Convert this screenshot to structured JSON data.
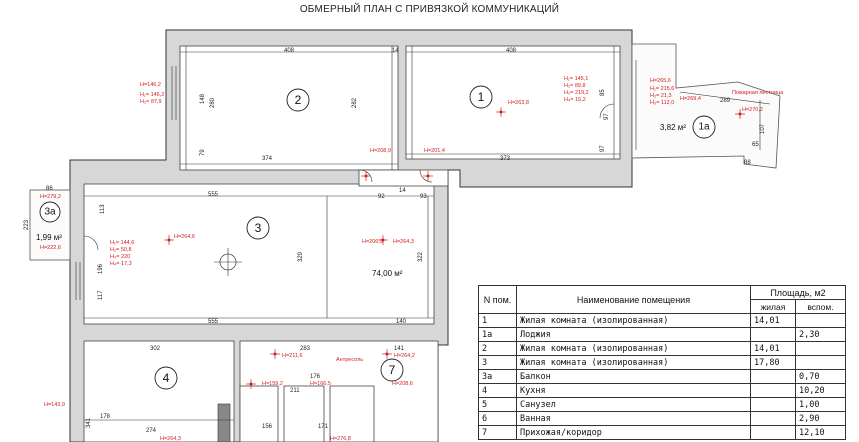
{
  "title": "ОБМЕРНЫЙ ПЛАН С ПРИВЯЗКОЙ КОММУНИКАЦИЙ",
  "rooms": [
    {
      "id": "r1",
      "num": "1"
    },
    {
      "id": "r1a",
      "num": "1a",
      "area": "3,82 м²",
      "label": "Пожарная лестница"
    },
    {
      "id": "r2",
      "num": "2"
    },
    {
      "id": "r3",
      "num": "3",
      "area": "74,00 м²"
    },
    {
      "id": "r3a",
      "num": "3a",
      "area": "1,99 м²"
    },
    {
      "id": "r4",
      "num": "4"
    },
    {
      "id": "r7",
      "num": "7"
    }
  ],
  "dimensions": [
    "408",
    "14",
    "408",
    "374",
    "373",
    "92",
    "93",
    "14",
    "555",
    "555",
    "140",
    "302",
    "283",
    "141",
    "178",
    "274",
    "280",
    "282",
    "148",
    "79",
    "97",
    "85",
    "97",
    "329",
    "322",
    "113",
    "196",
    "117",
    "223",
    "86",
    "65",
    "289",
    "107",
    "88",
    "341",
    "176",
    "171",
    "156",
    "211"
  ],
  "red_labels": [
    "H=263,8",
    "H=208,9",
    "H=201,4",
    "H=264,6",
    "H=206,9",
    "H=264,3",
    "H=211,6",
    "H=264,2",
    "H=269,4",
    "H=270,2",
    "H=265,6",
    "H=279,2",
    "H=222,6",
    "H=159,2",
    "H=166,5",
    "H=208,6",
    "H=264,3",
    "H=276,8",
    "H=143,9",
    "H=146,2",
    "Антресоль"
  ],
  "height_notes": [
    {
      "id": "n1",
      "lines": [
        "H₁= 145,1",
        "H₂= 89,8",
        "H₃= 219,2",
        "H₄= 15,2"
      ]
    },
    {
      "id": "n2",
      "lines": [
        "H₁= 146,2",
        "H₂= 87,9"
      ]
    },
    {
      "id": "n3",
      "lines": [
        "H₁= 144,6",
        "H₂= 50,8",
        "H₃= 220",
        "H₄= 17,3"
      ]
    },
    {
      "id": "n4",
      "lines": [
        "H₁= 215,6",
        "H₂= 21,3",
        "H₃= 112,0"
      ]
    }
  ],
  "table": {
    "header": {
      "num": "N пом.",
      "name": "Наименование помещения",
      "area": "Площадь, м2",
      "living": "жилая",
      "aux": "вспом."
    },
    "rows": [
      {
        "num": "1",
        "name": "Жилая комната (изолированная)",
        "living": "14,01",
        "aux": ""
      },
      {
        "num": "1a",
        "name": "Лоджия",
        "living": "",
        "aux": "2,30"
      },
      {
        "num": "2",
        "name": "Жилая комната (изолированная)",
        "living": "14,01",
        "aux": ""
      },
      {
        "num": "3",
        "name": "Жилая комната (изолированная)",
        "living": "17,80",
        "aux": ""
      },
      {
        "num": "3a",
        "name": "Балкон",
        "living": "",
        "aux": "0,70"
      },
      {
        "num": "4",
        "name": "Кухня",
        "living": "",
        "aux": "10,20"
      },
      {
        "num": "5",
        "name": "Санузел",
        "living": "",
        "aux": "1,00"
      },
      {
        "num": "6",
        "name": "Ванная",
        "living": "",
        "aux": "2,90"
      },
      {
        "num": "7",
        "name": "Прихожая/коридор",
        "living": "",
        "aux": "12,10"
      }
    ]
  }
}
